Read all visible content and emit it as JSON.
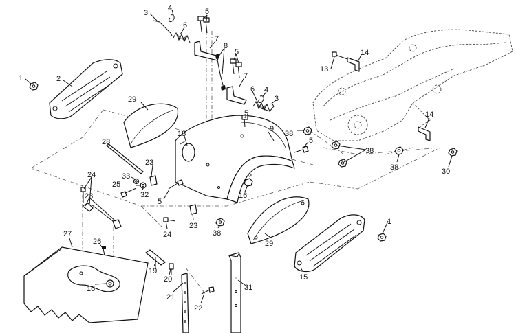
{
  "callouts": [
    {
      "id": "c1a",
      "text": "1"
    },
    {
      "id": "c2",
      "text": "2"
    },
    {
      "id": "c3a",
      "text": "3"
    },
    {
      "id": "c4a",
      "text": "4"
    },
    {
      "id": "c5a",
      "text": "5"
    },
    {
      "id": "c6a",
      "text": "6"
    },
    {
      "id": "c7a",
      "text": "7"
    },
    {
      "id": "c8",
      "text": "8"
    },
    {
      "id": "c5b",
      "text": "5"
    },
    {
      "id": "c7b",
      "text": "7"
    },
    {
      "id": "c6b",
      "text": "6"
    },
    {
      "id": "c4b",
      "text": "4"
    },
    {
      "id": "c3b",
      "text": "3"
    },
    {
      "id": "c13",
      "text": "13"
    },
    {
      "id": "c14a",
      "text": "14"
    },
    {
      "id": "c29a",
      "text": "29"
    },
    {
      "id": "c5c",
      "text": "5"
    },
    {
      "id": "c18",
      "text": "18"
    },
    {
      "id": "c9",
      "text": "9"
    },
    {
      "id": "c38a",
      "text": "38"
    },
    {
      "id": "c28",
      "text": "28"
    },
    {
      "id": "c5d",
      "text": "5"
    },
    {
      "id": "c14b",
      "text": "14"
    },
    {
      "id": "c38b",
      "text": "38"
    },
    {
      "id": "c23a",
      "text": "23"
    },
    {
      "id": "c24a",
      "text": "24"
    },
    {
      "id": "c33",
      "text": "33"
    },
    {
      "id": "c25",
      "text": "25"
    },
    {
      "id": "c32",
      "text": "32"
    },
    {
      "id": "c38c",
      "text": "38"
    },
    {
      "id": "c30",
      "text": "30"
    },
    {
      "id": "c16a",
      "text": "16"
    },
    {
      "id": "c5e",
      "text": "5"
    },
    {
      "id": "c23b",
      "text": "23"
    },
    {
      "id": "c1b",
      "text": "1"
    },
    {
      "id": "c24b",
      "text": "24"
    },
    {
      "id": "c38d",
      "text": "38"
    },
    {
      "id": "c27",
      "text": "27"
    },
    {
      "id": "c26",
      "text": "26"
    },
    {
      "id": "c29b",
      "text": "29"
    },
    {
      "id": "c19",
      "text": "19"
    },
    {
      "id": "c20",
      "text": "20"
    },
    {
      "id": "c15",
      "text": "15"
    },
    {
      "id": "c31",
      "text": "31"
    },
    {
      "id": "c16b",
      "text": "16"
    },
    {
      "id": "c21",
      "text": "21"
    },
    {
      "id": "c22",
      "text": "22"
    }
  ]
}
